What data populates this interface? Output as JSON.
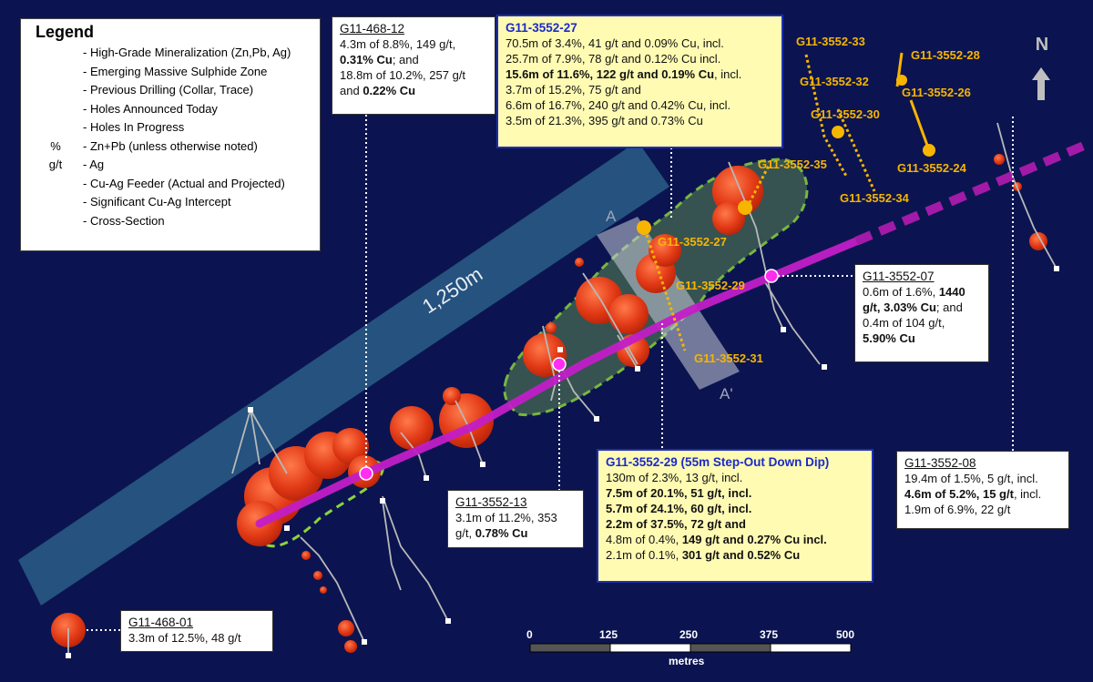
{
  "legend": {
    "title": "Legend",
    "items": [
      {
        "icon": "high-grade-blob-icon",
        "label": "- High-Grade Mineralization (Zn,Pb, Ag)"
      },
      {
        "icon": "dashed-zone-icon",
        "label": "- Emerging Massive Sulphide Zone"
      },
      {
        "icon": "previous-drilling-icon",
        "label": "- Previous Drilling (Collar, Trace)"
      },
      {
        "icon": "announced-hole-icon",
        "label": "- Holes Announced Today"
      },
      {
        "icon": "in-progress-hole-icon",
        "label": "- Holes In Progress"
      },
      {
        "icon": "percent-symbol",
        "symbol": "%",
        "label": "- Zn+Pb (unless otherwise noted)"
      },
      {
        "icon": "gt-symbol",
        "symbol": "g/t",
        "label": "- Ag"
      },
      {
        "icon": "feeder-line-icon",
        "label": "- Cu-Ag Feeder (Actual and Projected)"
      },
      {
        "icon": "intercept-dot-icon",
        "label": "- Significant Cu-Ag Intercept"
      },
      {
        "icon": "cross-section-icon",
        "label": "- Cross-Section"
      }
    ]
  },
  "boxes": {
    "b468_12": {
      "title": "G11-468-12",
      "lines": [
        [
          {
            "t": "4.3m of 8.8%, 149 g/t,"
          }
        ],
        [
          {
            "t": "0.31% Cu",
            "b": true
          },
          {
            "t": "; and"
          }
        ],
        [
          {
            "t": "18.8m of 10.2%, 257 g/t"
          }
        ],
        [
          {
            "t": "and "
          },
          {
            "t": "0.22% Cu",
            "b": true
          }
        ]
      ]
    },
    "b3552_27": {
      "title": "G11-3552-27",
      "lines": [
        [
          {
            "t": "70.5m of 3.4%, 41 g/t and 0.09% Cu, incl."
          }
        ],
        [
          {
            "t": "25.7m of 7.9%, 78 g/t and 0.12% Cu incl."
          }
        ],
        [
          {
            "t": "15.6m of 11.6%, 122 g/t and 0.19% Cu",
            "b": true
          },
          {
            "t": ", incl."
          }
        ],
        [
          {
            "t": "3.7m of 15.2%, 75 g/t and"
          }
        ],
        [
          {
            "t": "6.6m of 16.7%, 240 g/t and 0.42% Cu, incl."
          }
        ],
        [
          {
            "t": "3.5m of 21.3%, 395 g/t and 0.73% Cu"
          }
        ]
      ]
    },
    "b3552_07": {
      "title": "G11-3552-07",
      "lines": [
        [
          {
            "t": "0.6m of 1.6%, "
          },
          {
            "t": "1440",
            "b": true
          }
        ],
        [
          {
            "t": "g/t, 3.03% Cu",
            "b": true
          },
          {
            "t": "; and"
          }
        ],
        [
          {
            "t": "0.4m of 104 g/t,"
          }
        ],
        [
          {
            "t": "5.90% Cu",
            "b": true
          }
        ]
      ]
    },
    "b3552_13": {
      "title": "G11-3552-13",
      "lines": [
        [
          {
            "t": "3.1m of 11.2%, 353"
          }
        ],
        [
          {
            "t": "g/t, "
          },
          {
            "t": "0.78% Cu",
            "b": true
          }
        ]
      ]
    },
    "b3552_29": {
      "title": "G11-3552-29 (55m Step-Out Down Dip)",
      "lines": [
        [
          {
            "t": "130m of 2.3%, 13 g/t, incl."
          }
        ],
        [
          {
            "t": "7.5m of 20.1%, 51 g/t, incl.",
            "b": true
          }
        ],
        [
          {
            "t": "5.7m of 24.1%, 60 g/t, incl.",
            "b": true
          }
        ],
        [
          {
            "t": "2.2m of 37.5%, 72 g/t and",
            "b": true
          }
        ],
        [
          {
            "t": "4.8m of 0.4%, "
          },
          {
            "t": "149 g/t and 0.27% Cu incl.",
            "b": true
          }
        ],
        [
          {
            "t": "2.1m of 0.1%, "
          },
          {
            "t": "301 g/t and 0.52% Cu",
            "b": true
          }
        ]
      ]
    },
    "b3552_08": {
      "title": "G11-3552-08",
      "lines": [
        [
          {
            "t": "19.4m of 1.5%, 5 g/t, incl."
          }
        ],
        [
          {
            "t": "4.6m of 5.2%, 15 g/t",
            "b": true
          },
          {
            "t": ", incl."
          }
        ],
        [
          {
            "t": "1.9m of 6.9%, 22 g/t"
          }
        ]
      ]
    },
    "b468_01": {
      "title": "G11-468-01",
      "lines": [
        [
          {
            "t": "3.3m of 12.5%, 48 g/t"
          }
        ]
      ]
    }
  },
  "hole_labels": {
    "h33": "G11-3552-33",
    "h28": "G11-3552-28",
    "h32": "G11-3552-32",
    "h26": "G11-3552-26",
    "h30": "G11-3552-30",
    "h24": "G11-3552-24",
    "h35": "G11-3552-35",
    "h34": "G11-3552-34",
    "h27": "G11-3552-27",
    "h29": "G11-3552-29",
    "h31": "G11-3552-31"
  },
  "section": {
    "a": "A",
    "a_prime": "A'"
  },
  "distance_label": "1,250m",
  "north_label": "N",
  "scale": {
    "ticks": [
      "0",
      "125",
      "250",
      "375",
      "500"
    ],
    "unit": "metres"
  },
  "colors": {
    "background": "#0b1450",
    "mineralization": "#e8421c",
    "announced": "#f7b500",
    "feeder": "#c21dc7",
    "intercept": "#ff2ef0",
    "zone_dash": "#8bd43c",
    "corridor": "#2a5d86"
  }
}
